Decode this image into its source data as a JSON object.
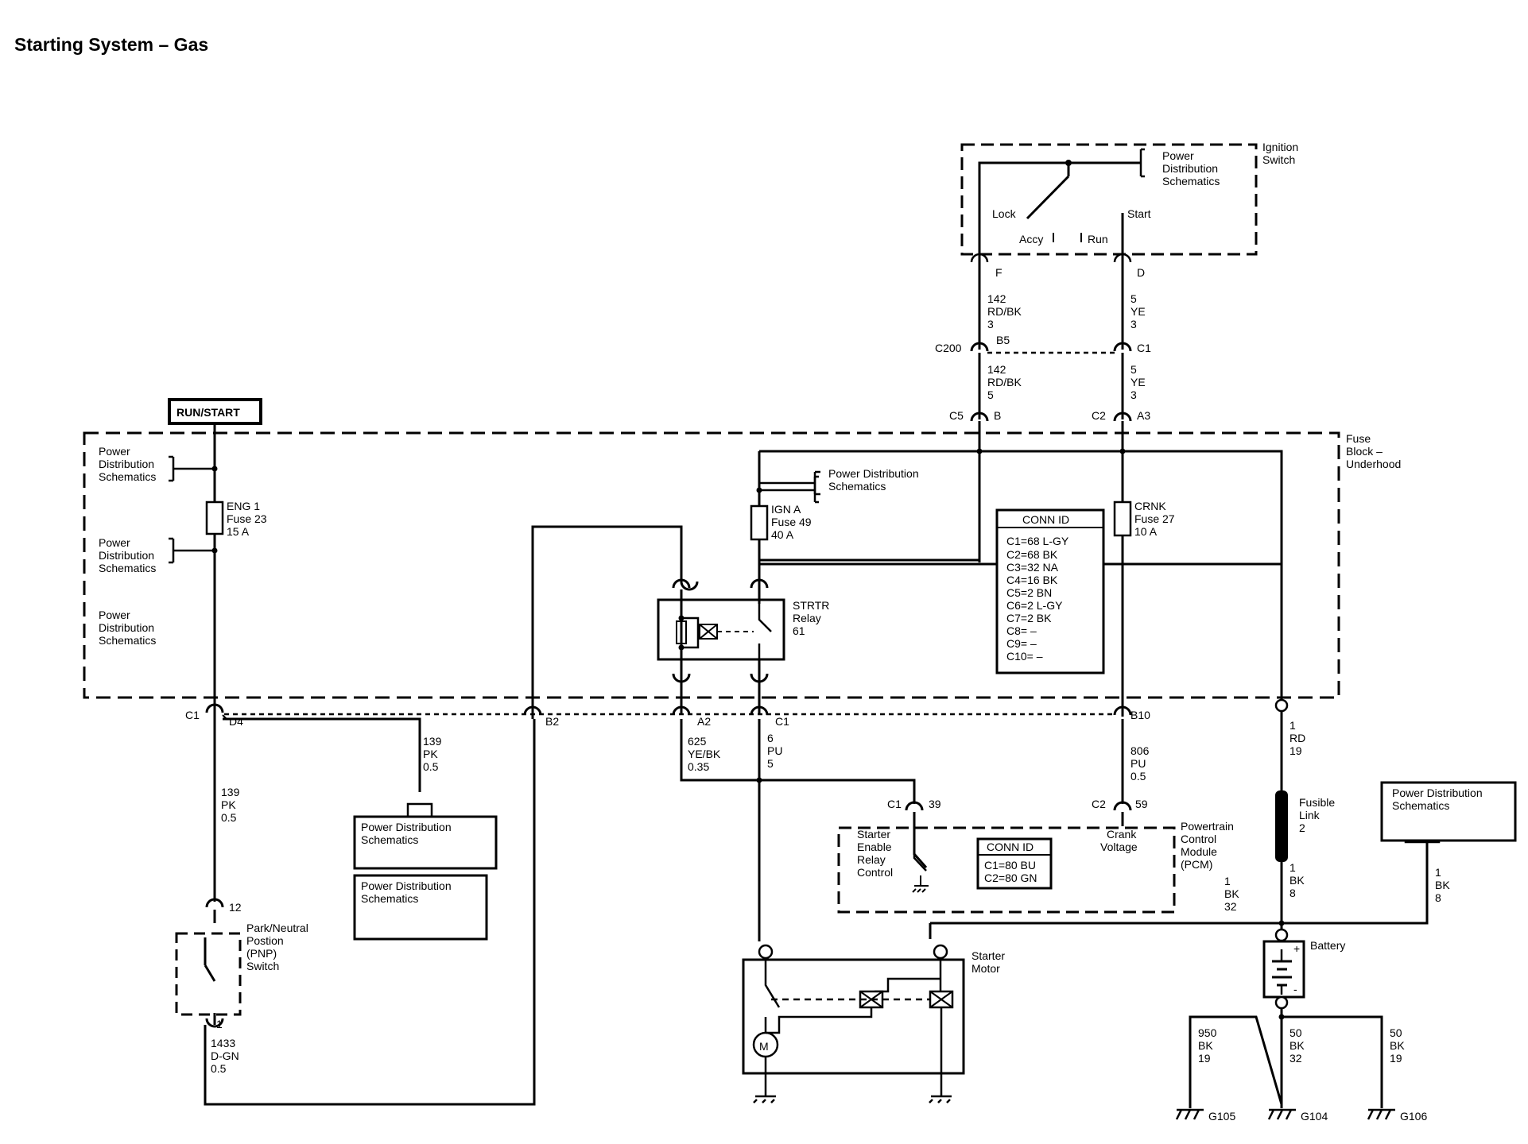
{
  "title": "Starting System – Gas",
  "ignition_switch": {
    "label": [
      "Ignition",
      "Switch"
    ],
    "pd_ref": [
      "Power",
      "Distribution",
      "Schematics"
    ],
    "positions": {
      "lock": "Lock",
      "accy": "Accy",
      "run": "Run",
      "start": "Start"
    },
    "terminal_f": "F",
    "terminal_d": "D"
  },
  "wires": {
    "w142_top": [
      "142",
      "RD/BK",
      "3"
    ],
    "w5_top": [
      "5",
      "YE",
      "3"
    ],
    "w142_mid": [
      "142",
      "RD/BK",
      "5"
    ],
    "w5_mid": [
      "5",
      "YE",
      "3"
    ],
    "w139_right": [
      "139",
      "PK",
      "0.5"
    ],
    "w139_left": [
      "139",
      "PK",
      "0.5"
    ],
    "w625": [
      "625",
      "YE/BK",
      "0.35"
    ],
    "w6": [
      "6",
      "PU",
      "5"
    ],
    "w806": [
      "806",
      "PU",
      "0.5"
    ],
    "w1rd": [
      "1",
      "RD",
      "19"
    ],
    "w1433": [
      "1433",
      "D-GN",
      "0.5"
    ],
    "w1bk8_left": [
      "1",
      "BK",
      "8"
    ],
    "w1bk32": [
      "1",
      "BK",
      "32"
    ],
    "w1bk8_right": [
      "1",
      "BK",
      "8"
    ],
    "w950": [
      "950",
      "BK",
      "19"
    ],
    "w50_32": [
      "50",
      "BK",
      "32"
    ],
    "w50_19": [
      "50",
      "BK",
      "19"
    ]
  },
  "connectors": {
    "c200": "C200",
    "b5": "B5",
    "c1_top": "C1",
    "c5": "C5",
    "b": "B",
    "c2": "C2",
    "a3": "A3",
    "c1_left": "C1",
    "d4": "D4",
    "b2": "B2",
    "a2": "A2",
    "c1_relay": "C1",
    "b10": "B10",
    "pin12": "12",
    "pin1": "1",
    "c1_pcm": "C1",
    "pin39": "39",
    "c2_pcm": "C2",
    "pin59": "59"
  },
  "run_start": "RUN/START",
  "fuse_block": {
    "label": [
      "Fuse",
      "Block –",
      "Underhood"
    ],
    "pd_refs": [
      [
        "Power",
        "Distribution",
        "Schematics"
      ],
      [
        "Power",
        "Distribution",
        "Schematics"
      ],
      [
        "Power",
        "Distribution",
        "Schematics"
      ]
    ],
    "pd_ref_ign": [
      "Power Distribution",
      "Schematics"
    ],
    "eng1_fuse": [
      "ENG 1",
      "Fuse 23",
      "15 A"
    ],
    "ign_fuse": [
      "IGN A",
      "Fuse 49",
      "40 A"
    ],
    "crnk_fuse": [
      "CRNK",
      "Fuse 27",
      "10 A"
    ],
    "strtr_relay": [
      "STRTR",
      "Relay",
      "61"
    ],
    "conn_id_title": "CONN ID",
    "conn_id_rows": [
      "C1=68 L-GY",
      "C2=68 BK",
      "C3=32 NA",
      "C4=16 BK",
      "C5=2 BN",
      "C6=2 L-GY",
      "C7=2 BK",
      "C8= –",
      "C9= –",
      "C10= –"
    ]
  },
  "pd_boxes": [
    [
      "Power Distribution",
      "Schematics"
    ],
    [
      "Power Distribution",
      "Schematics"
    ],
    [
      "Power Distribution",
      "Schematics"
    ]
  ],
  "pnp_switch": [
    "Park/Neutral",
    "Postion",
    "(PNP)",
    "Switch"
  ],
  "pcm": {
    "label": [
      "Powertrain",
      "Control",
      "Module",
      "(PCM)"
    ],
    "starter_enable": [
      "Starter",
      "Enable",
      "Relay",
      "Control"
    ],
    "crank_voltage": [
      "Crank",
      "Voltage"
    ],
    "conn_id_title": "CONN ID",
    "conn_id_rows": [
      "C1=80 BU",
      "C2=80 GN"
    ]
  },
  "starter_motor": {
    "label": [
      "Starter",
      "Motor"
    ],
    "motor_symbol": "M"
  },
  "fusible_link": [
    "Fusible",
    "Link",
    "2"
  ],
  "battery": {
    "label": "Battery",
    "plus": "+",
    "minus": "-"
  },
  "grounds": {
    "g105": "G105",
    "g104": "G104",
    "g106": "G106"
  }
}
